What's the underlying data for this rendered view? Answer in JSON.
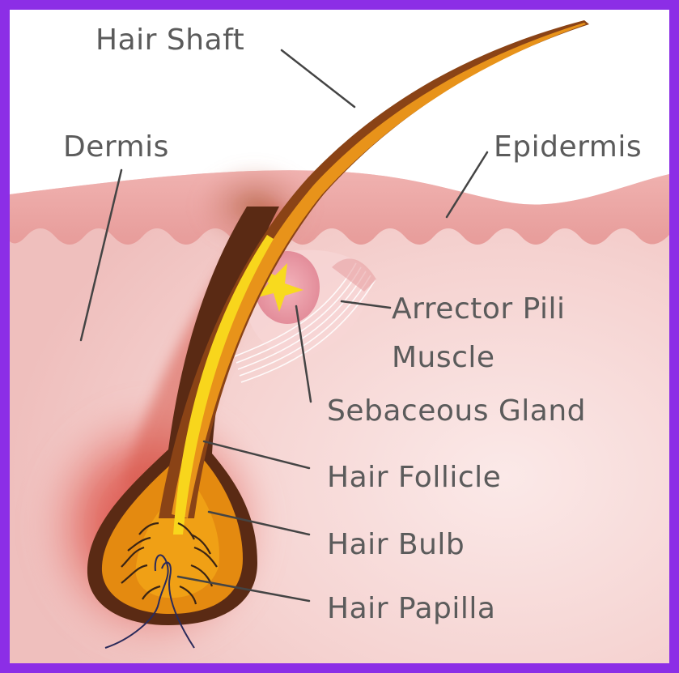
{
  "colors": {
    "frame": "#8c2ee6",
    "background": "#ffffff",
    "dermis": "#f2c6c4",
    "epidermis": "#e9a19f",
    "follicle_glow": "#d2332a",
    "hair_shaft": "#8a4316",
    "hair_core": "#f6d21a",
    "label_text": "#5b5b5b",
    "leader_line": "#444444"
  },
  "labels": {
    "hair_shaft": "Hair Shaft",
    "dermis": "Dermis",
    "epidermis": "Epidermis",
    "arrector_pili_line1": "Arrector Pili",
    "arrector_pili_line2": "Muscle",
    "sebaceous_gland": "Sebaceous Gland",
    "hair_follicle": "Hair Follicle",
    "hair_bulb": "Hair Bulb",
    "hair_papilla": "Hair Papilla"
  }
}
